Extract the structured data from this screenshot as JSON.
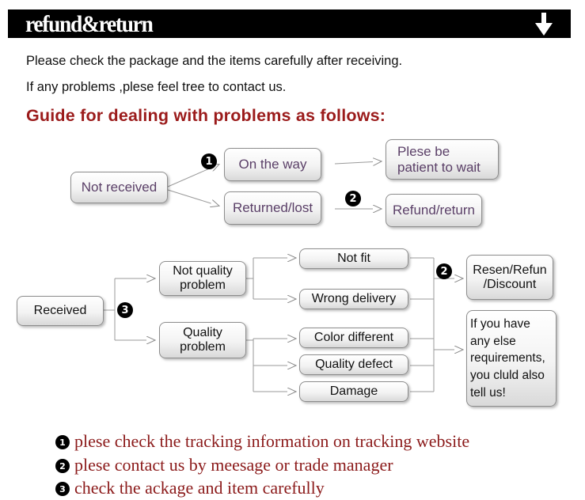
{
  "banner": {
    "title": "refund&return",
    "icon": "arrow-down-icon"
  },
  "intro": [
    "Please check the package and the items carefully after receiving.",
    "If any problems ,plese feel tree to contact us."
  ],
  "guide_title": "Guide for dealing with problems as follows:",
  "colors": {
    "banner": "#000000",
    "guide": "#9b1b1b",
    "notes": "#8b1a1a",
    "purple_text": "#5a3f67"
  },
  "nodes": {
    "not_received": "Not received",
    "on_the_way": "On the way",
    "please_be_patient_1": "Plese be",
    "please_be_patient_2": "patient to wait",
    "returned_lost": "Returned/lost",
    "refund_return": "Refund/return",
    "received": "Received",
    "not_quality_1": "Not quality",
    "not_quality_2": "problem",
    "quality_1": "Quality",
    "quality_2": "problem",
    "not_fit": "Not fit",
    "wrong_delivery": "Wrong delivery",
    "color_different": "Color different",
    "quality_defect": "Quality defect",
    "damage": "Damage",
    "resend_1": "Resen/Refun",
    "resend_2": "/Discount",
    "other_1": "If you have",
    "other_2": "any else",
    "other_3": "requirements,",
    "other_4": "you cluld also",
    "other_5": "tell us!"
  },
  "badges": {
    "one": "1",
    "two": "2",
    "three": "3"
  },
  "notes": [
    {
      "num": "1",
      "text": "plese check the tracking information on tracking website"
    },
    {
      "num": "2",
      "text": "plese contact us by meesage or trade manager"
    },
    {
      "num": "3",
      "text": "check the ackage and item carefully"
    }
  ]
}
